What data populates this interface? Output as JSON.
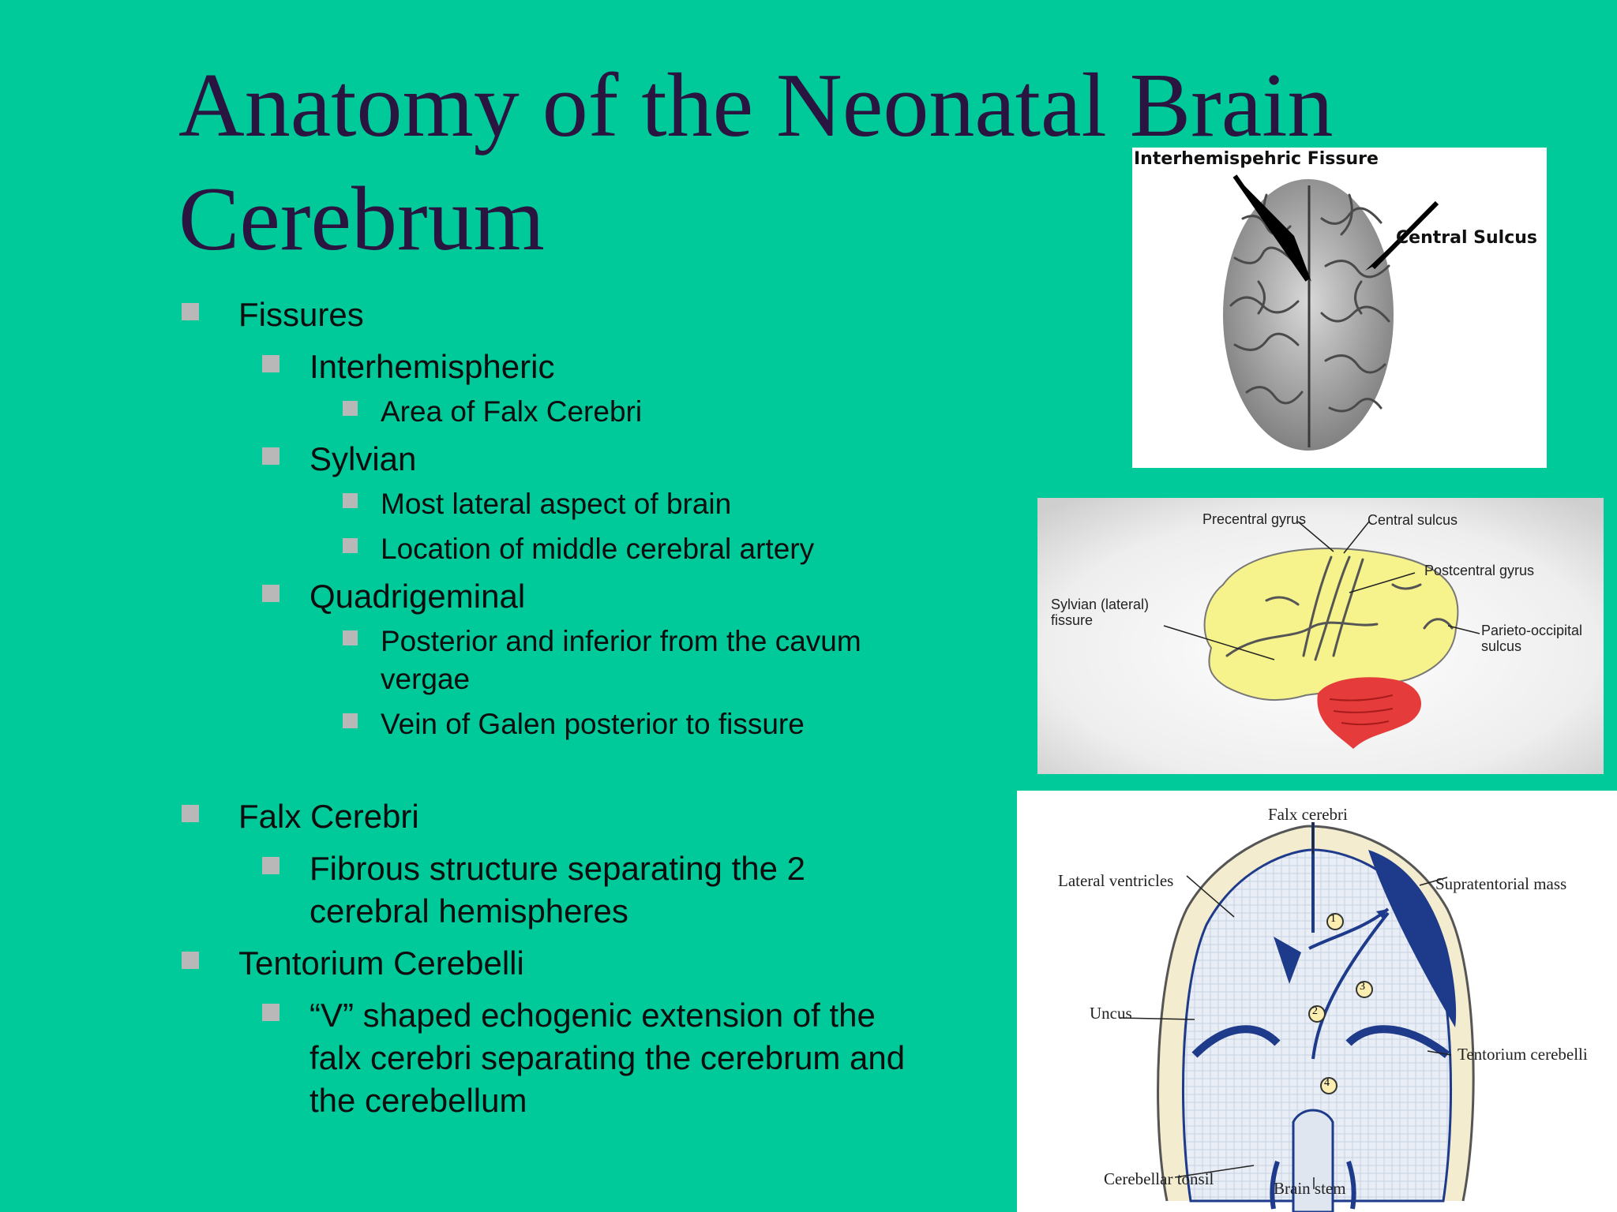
{
  "slide": {
    "title_line1": "Anatomy of the Neonatal Brain",
    "title_line2": "Cerebrum"
  },
  "bullets": [
    {
      "level": 1,
      "text": "Fissures"
    },
    {
      "level": 2,
      "text": "Interhemispheric"
    },
    {
      "level": 3,
      "text": "Area of Falx Cerebri"
    },
    {
      "level": 2,
      "text": "Sylvian"
    },
    {
      "level": 3,
      "text": "Most lateral aspect of brain"
    },
    {
      "level": 3,
      "text": "Location of middle cerebral artery"
    },
    {
      "level": 2,
      "text": "Quadrigeminal"
    },
    {
      "level": 3,
      "text": "Posterior and inferior from the cavum vergae"
    },
    {
      "level": 3,
      "text": "Vein of Galen posterior to fissure"
    },
    {
      "level": 1,
      "text": "Falx Cerebri"
    },
    {
      "level": 2,
      "text": "Fibrous structure separating the 2 cerebral hemispheres"
    },
    {
      "level": 1,
      "text": "Tentorium Cerebelli"
    },
    {
      "level": 2,
      "text": "“V” shaped echogenic extension of the falx cerebri separating the cerebrum and the cerebellum"
    }
  ],
  "image_top": {
    "label_fissure": "Interhemispehric Fissure",
    "label_sulcus": "Central Sulcus"
  },
  "image_lateral": {
    "precentral": "Precentral gyrus",
    "central": "Central sulcus",
    "postcentral": "Postcentral gyrus",
    "sylvian_1": "Sylvian (lateral)",
    "sylvian_2": "fissure",
    "parieto_1": "Parieto-occipital",
    "parieto_2": "sulcus"
  },
  "image_coronal": {
    "falx": "Falx cerebri",
    "lateral_ventricles": "Lateral ventricles",
    "supratentorial": "Supratentorial mass",
    "uncus": "Uncus",
    "tentorium": "Tentorium cerebelli",
    "tonsil": "Cerebellar tonsil",
    "brainstem": "Brain stem",
    "n1": "1",
    "n2": "2",
    "n3": "3",
    "n4": "4"
  },
  "colors": {
    "background": "#00c99a",
    "title": "#2a1440",
    "bullet_square": "#b8b8b8",
    "cerebrum": "#f6f28c",
    "cerebellum": "#e63b3b",
    "coronal_blue": "#1e3a8a"
  }
}
